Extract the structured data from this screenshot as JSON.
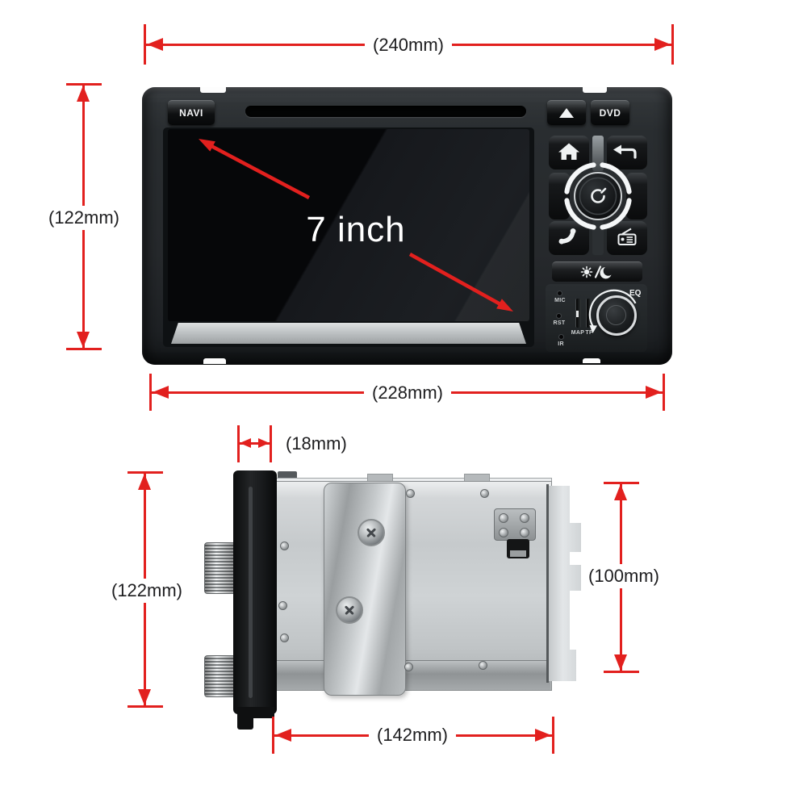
{
  "front_view": {
    "dim_width_overall": "(240mm)",
    "dim_height": "(122mm)",
    "dim_width_body": "(228mm)",
    "screen_size": "7 inch",
    "navi_button": "NAVI",
    "dvd_button": "DVD",
    "eq_label": "EQ",
    "mic_label": "MIC",
    "rst_label": "RST",
    "ir_label": "IR",
    "map_label": "MAP",
    "tf_label": "TF"
  },
  "side_view": {
    "dim_front_depth": "(18mm)",
    "dim_height": "(122mm)",
    "dim_body_height": "(100mm)",
    "dim_body_depth": "(142mm)"
  },
  "colors": {
    "dimension_red": "#e2201e",
    "label_text": "#1d1d1f",
    "background": "#ffffff"
  }
}
